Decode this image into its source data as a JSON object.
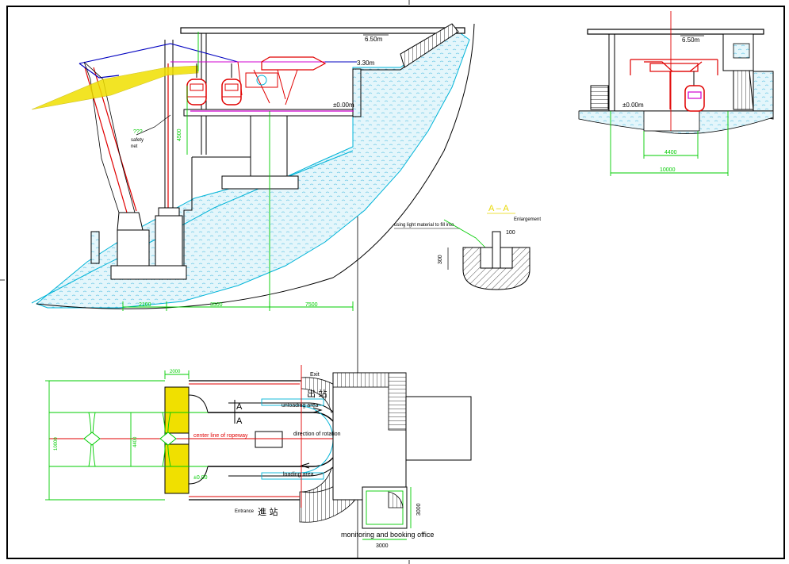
{
  "drawing": {
    "section": {
      "level_top": "6.50m",
      "level_mid": "3.30m",
      "level_zero": "±0.00m",
      "dim_height": "4500",
      "dim_a": "2100",
      "dim_b": "3500",
      "dim_c": "7500",
      "safety_note": "???",
      "safety_net_1": "safety",
      "safety_net_2": "net"
    },
    "elevation": {
      "level_top": "6.50m",
      "level_zero": "±0.00m",
      "dim_inner": "4400",
      "dim_outer": "10000"
    },
    "detail": {
      "title": "A – A",
      "subtitle": "Enlargement",
      "note": "using light material to fill into",
      "dim_width": "100",
      "dim_depth": "300"
    },
    "plan": {
      "exit_en": "Exit",
      "exit_cn": "出 站",
      "entrance_en": "Entrance",
      "entrance_cn": "進 站",
      "unloading": "unloading area",
      "loading": "loading area",
      "rotation": "direction of rotation",
      "centerline": "center line of ropeway",
      "section_mark_top": "A",
      "section_mark_bottom": "A",
      "level_zero": "±0.00",
      "dim_top": "2000",
      "dim_left": "10000",
      "dim_inner": "4400",
      "dim_office_h": "3000",
      "dim_office_w": "3000",
      "office_label": "monitoring and booking office"
    }
  },
  "colors": {
    "frame": "#000000",
    "dim": "#00cc00",
    "red": "#e00000",
    "cyan": "#00b4d8",
    "magenta": "#d000d0",
    "yellow": "#f0e000",
    "blue": "#0000c0",
    "water": "#d8f2fa"
  }
}
